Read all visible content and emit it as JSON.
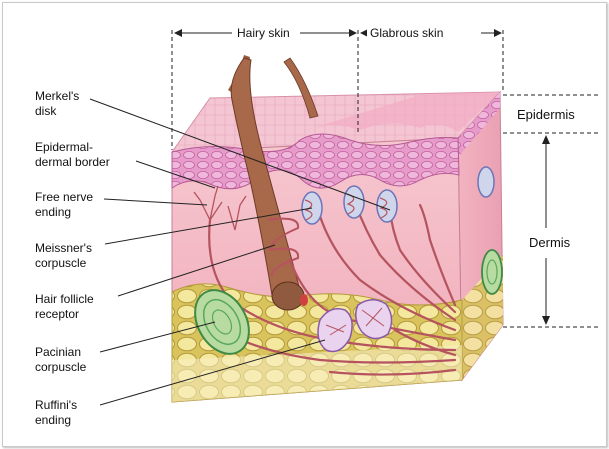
{
  "header": {
    "hairy_skin": "Hairy skin",
    "glabrous_skin": "Glabrous skin"
  },
  "layers": {
    "epidermis": "Epidermis",
    "dermis": "Dermis"
  },
  "labels": [
    {
      "id": "merkel",
      "lines": [
        "Merkel's",
        "disk"
      ]
    },
    {
      "id": "border",
      "lines": [
        "Epidermal-",
        "dermal border"
      ]
    },
    {
      "id": "free",
      "lines": [
        "Free nerve",
        "ending"
      ]
    },
    {
      "id": "meissner",
      "lines": [
        "Meissner's",
        "corpuscle"
      ]
    },
    {
      "id": "hair",
      "lines": [
        "Hair follicle",
        "receptor"
      ]
    },
    {
      "id": "pacinian",
      "lines": [
        "Pacinian",
        "corpuscle"
      ]
    },
    {
      "id": "ruffini",
      "lines": [
        "Ruffini's",
        "ending"
      ]
    }
  ],
  "colors": {
    "epidermis": "#e79bcb",
    "dermis": "#f3bcc4",
    "fat": "#f1e49a",
    "hair": "#a8684a",
    "nerve": "#b5535e"
  }
}
